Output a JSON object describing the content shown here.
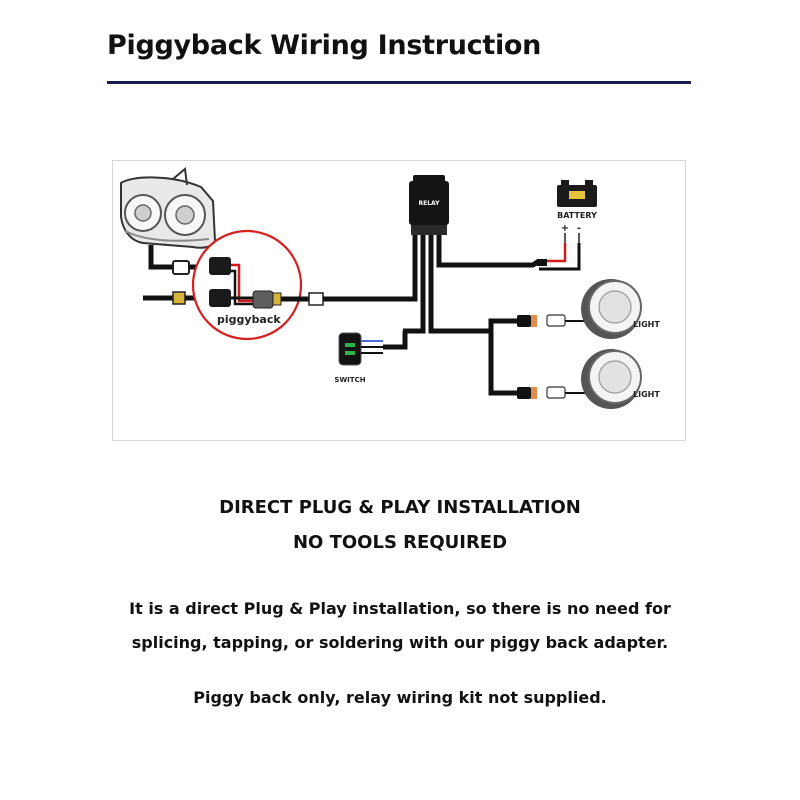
{
  "title": "Piggyback Wiring Instruction",
  "diagram": {
    "relay_label": "RELAY",
    "battery_label": "BATTERY",
    "battery_plus": "+",
    "battery_minus": "-",
    "piggyback_label": "piggyback",
    "switch_label": "SWITCH",
    "light_labels": [
      "LIGHT",
      "LIGHT"
    ],
    "colors": {
      "wire": "#111111",
      "positive_wire": "#d21c1c",
      "highlight_circle": "#d61f1f",
      "switch_indicator": "#2fb34a",
      "title_rule": "#1a1d4d"
    }
  },
  "headline": [
    "DIRECT PLUG & PLAY INSTALLATION",
    "NO TOOLS REQUIRED"
  ],
  "body": [
    "It is a direct Plug & Play installation, so there is no need for",
    "splicing, tapping, or soldering with our piggy back adapter."
  ],
  "note": "Piggy back only, relay wiring kit not supplied."
}
